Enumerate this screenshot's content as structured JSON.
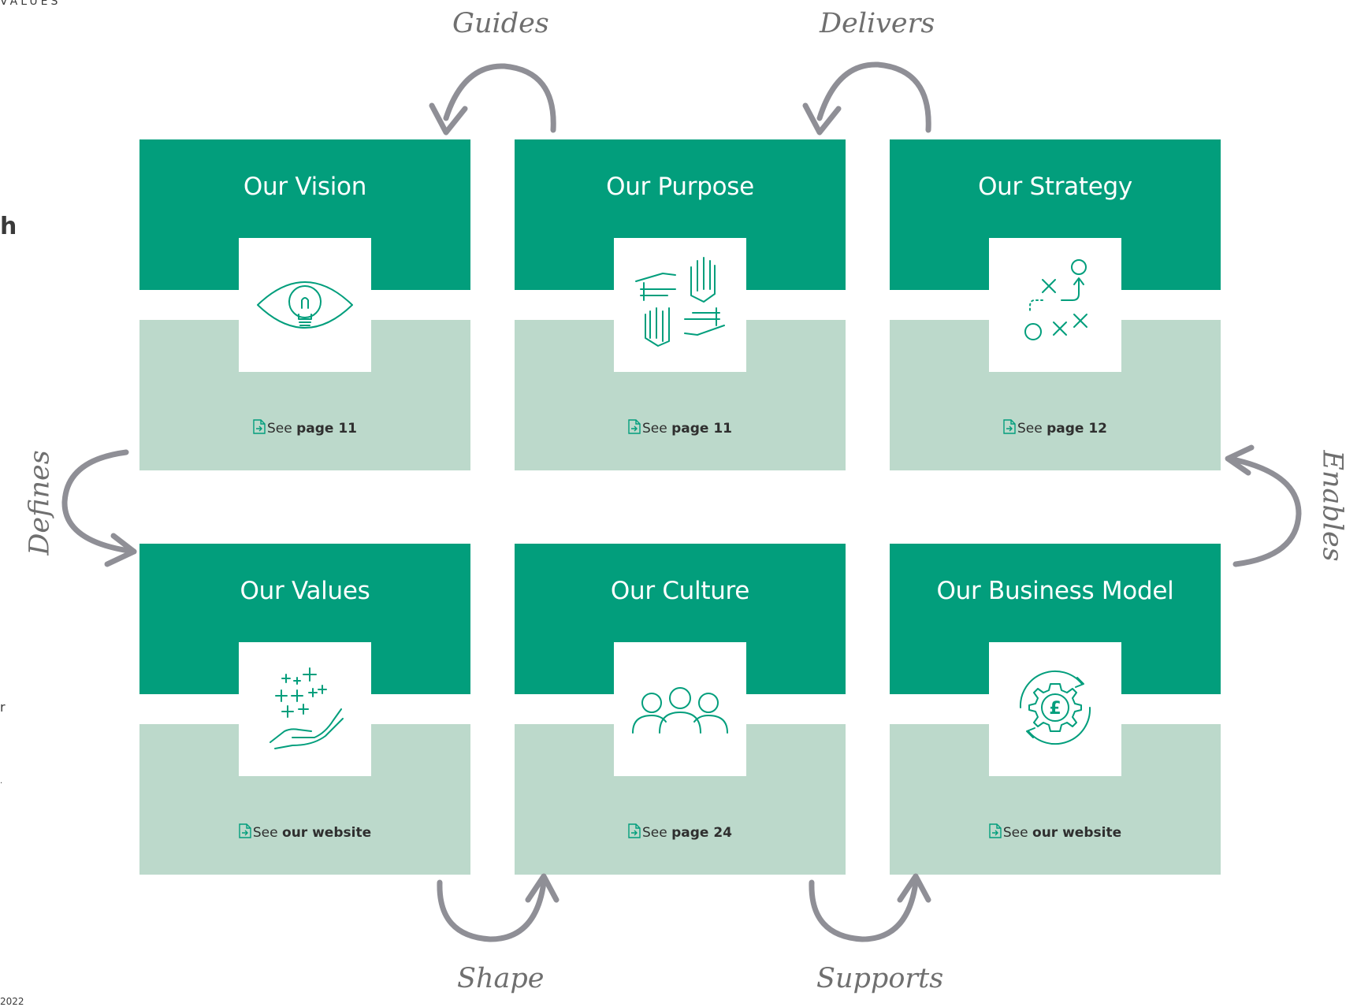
{
  "edge_text": {
    "top": "VALUES",
    "h": "h",
    "r": "r",
    "c": ".",
    "year": "2022"
  },
  "cards": [
    {
      "title": "Our Vision",
      "see": "See",
      "ref": "page 11",
      "icon": "eye-lightbulb-icon"
    },
    {
      "title": "Our Purpose",
      "see": "See",
      "ref": "page 11",
      "icon": "joined-hands-icon"
    },
    {
      "title": "Our Strategy",
      "see": "See",
      "ref": "page 12",
      "icon": "strategy-play-icon"
    },
    {
      "title": "Our Values",
      "see": "See",
      "ref": "our website",
      "icon": "sparkles-hand-icon"
    },
    {
      "title": "Our Culture",
      "see": "See",
      "ref": "page 24",
      "icon": "people-group-icon"
    },
    {
      "title": "Our Business Model",
      "see": "See",
      "ref": "our website",
      "icon": "gear-pound-cycle-icon"
    }
  ],
  "connectors": {
    "guides": "Guides",
    "delivers": "Delivers",
    "defines": "Defines",
    "enables": "Enables",
    "shape": "Shape",
    "supports": "Supports"
  },
  "colors": {
    "primary_green": "#029e7c",
    "light_green": "#bcd9cb",
    "arrow_grey": "#8f8f96"
  }
}
